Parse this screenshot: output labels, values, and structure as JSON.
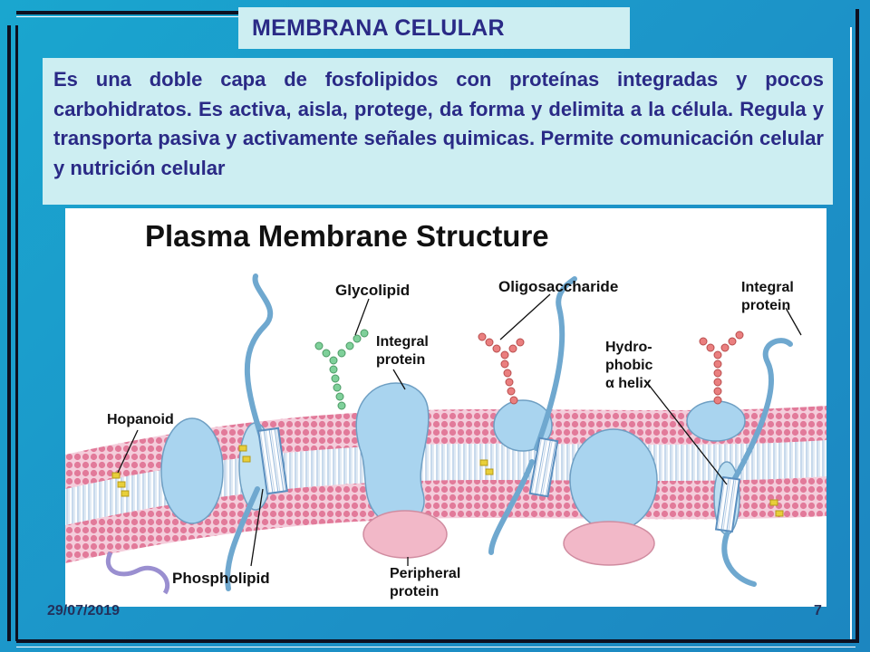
{
  "slide": {
    "title": "MEMBRANA CELULAR",
    "description": "Es una doble capa de fosfolipidos con proteínas integradas y pocos carbohidratos. Es activa, aisla, protege, da forma y delimita a la célula. Regula y transporta pasiva y activamente señales quimicas. Permite  comunicación celular y nutrición celular",
    "footer_date": "29/07/2019",
    "page_number": "7"
  },
  "figure": {
    "title": "Plasma Membrane Structure",
    "labels": {
      "glycolipid": "Glycolipid",
      "oligosaccharide": "Oligosaccharide",
      "integral_protein_right_1": "Integral",
      "integral_protein_right_2": "protein",
      "integral_protein_center_1": "Integral",
      "integral_protein_center_2": "protein",
      "hydrophobic_1": "Hydro-",
      "hydrophobic_2": "phobic",
      "hydrophobic_3": "α helix",
      "hopanoid": "Hopanoid",
      "phospholipid": "Phospholipid",
      "peripheral_1": "Peripheral",
      "peripheral_2": "protein"
    },
    "colors": {
      "lipid_head": "#e27a9a",
      "lipid_band": "#f2c3d2",
      "protein": "#a9d4ef",
      "glycolipid_chain": "#7fd09a",
      "oligosaccharide_chain": "#ea7f7f",
      "hopanoid": "#e8cf3a"
    }
  },
  "colors": {
    "background": "#1c93c8",
    "text_box": "#cdeef2",
    "title_text": "#2a2a86"
  }
}
